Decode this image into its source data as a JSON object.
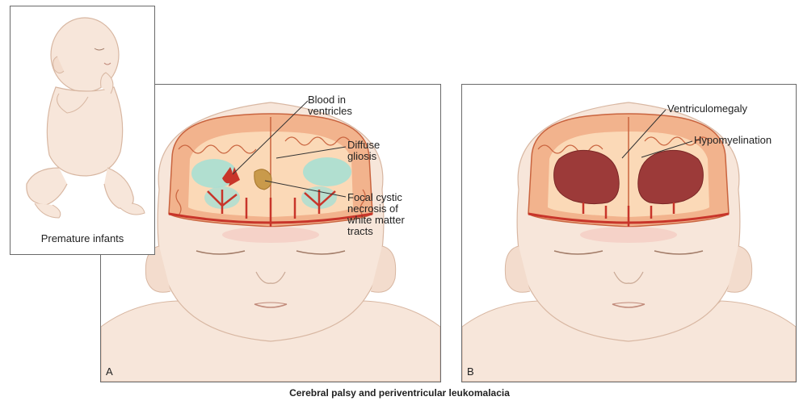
{
  "infant_panel": {
    "caption": "Premature infants"
  },
  "panel_a": {
    "letter": "A",
    "labels": {
      "blood_line1": "Blood in",
      "blood_line2": "ventricles",
      "diffuse_line1": "Diffuse",
      "diffuse_line2": "gliosis",
      "focal_line1": "Focal cystic",
      "focal_line2": "necrosis of",
      "focal_line3": "white matter",
      "focal_line4": "tracts"
    }
  },
  "panel_b": {
    "letter": "B",
    "labels": {
      "ventriculomegaly": "Ventriculomegaly",
      "hypomyelination": "Hypomyelination"
    }
  },
  "figure_caption": "Cerebral palsy and periventricular leukomalacia",
  "colors": {
    "skin": "#f7e6da",
    "skin_shade": "#eccdb9",
    "cortex": "#f2b38d",
    "cortex_line": "#c9643f",
    "white_matter": "#fbd9b7",
    "gliosis": "#a9dfd3",
    "vessel": "#c8352a",
    "necrosis": "#c99a4b",
    "ventricle_dilated": "#9c3a39",
    "outline": "#6a6a6a"
  }
}
